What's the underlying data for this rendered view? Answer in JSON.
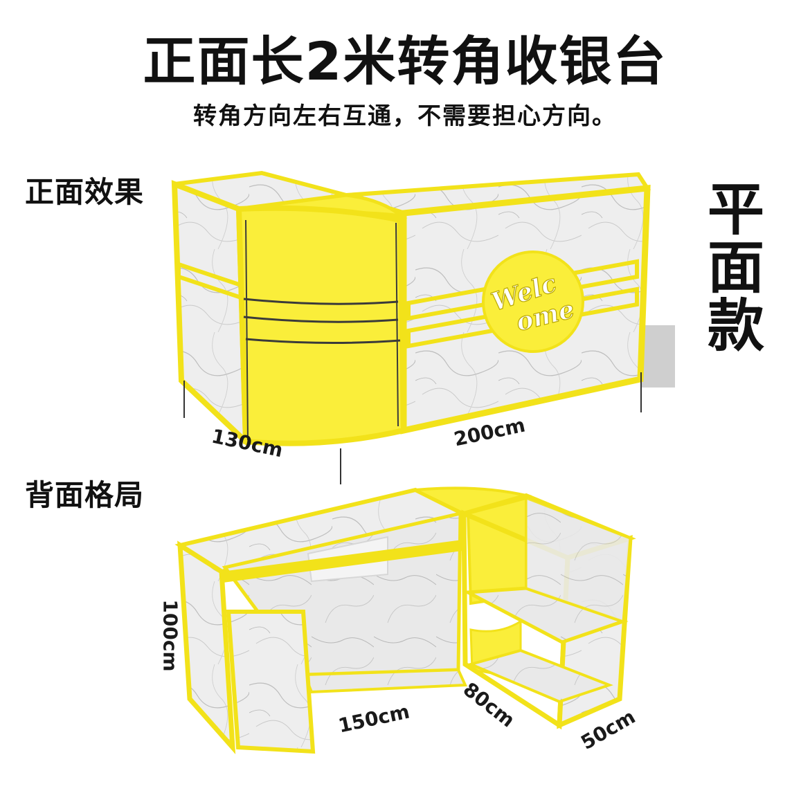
{
  "title": "正面长2米转角收银台",
  "subtitle": "转角方向左右互通，不需要担心方向。",
  "sections": {
    "front": "正面效果",
    "back": "背面格局"
  },
  "side_label": [
    "平",
    "面",
    "款"
  ],
  "logo_text": {
    "line1": "Welc",
    "line2": "ome"
  },
  "dimensions": {
    "front_left_width": "130cm",
    "front_main_length": "200cm",
    "back_height": "100cm",
    "back_main_length": "150cm",
    "back_corner_depth": "80cm",
    "back_corner_width": "50cm"
  },
  "colors": {
    "frame_yellow": "#f2e21a",
    "panel_yellow": "#faee3a",
    "marble": "#eeeeee",
    "marble_vein": "#bdbdbd",
    "text": "#111111"
  }
}
